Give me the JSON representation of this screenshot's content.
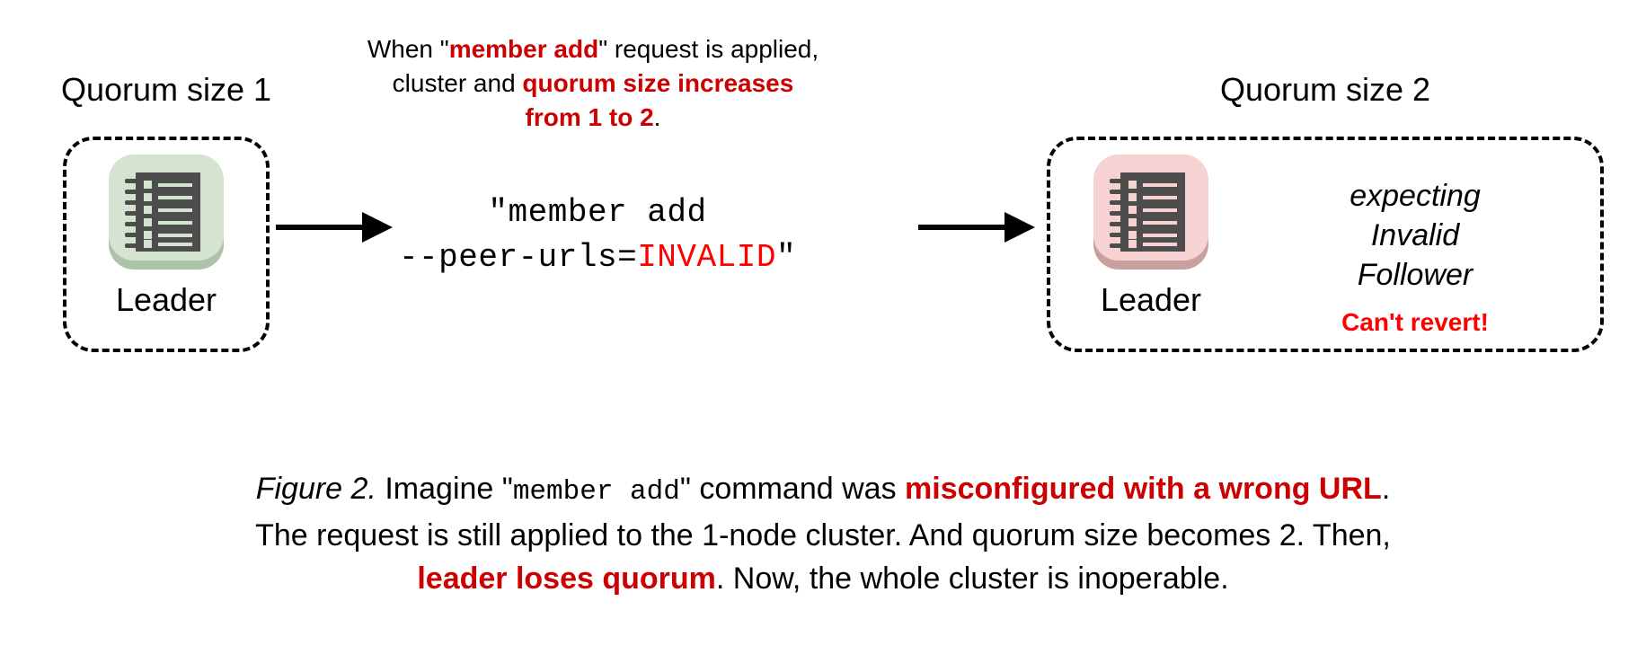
{
  "colors": {
    "accent_red": "#cc0000",
    "pure_red": "#ff0000",
    "leader_ok_bg": "#d4e4d1",
    "leader_ok_shadow": "#adc3a8",
    "leader_bad_bg": "#f6d2d2",
    "leader_bad_shadow": "#c9a0a0",
    "icon_dark": "#4d4d4d",
    "stroke": "#000000"
  },
  "left_cluster": {
    "title": "Quorum size 1",
    "node_label": "Leader",
    "icon_name": "server-ledger-icon-green"
  },
  "right_cluster": {
    "title": "Quorum size 2",
    "node_label": "Leader",
    "icon_name": "server-ledger-icon-red",
    "note_lines": [
      "expecting",
      "Invalid",
      "Follower"
    ],
    "warning": "Can't revert!"
  },
  "top_annotation": {
    "seg1": "When \"",
    "seg2_red": "member add",
    "seg3": "\" request is applied,",
    "seg4": "cluster and ",
    "seg5_red": "quorum size increases",
    "seg6_red": "from 1 to 2",
    "seg7": "."
  },
  "command": {
    "line1": "\"member add",
    "line2_prefix": "--peer-urls=",
    "line2_red": "INVALID",
    "line2_suffix": "\""
  },
  "arrows": {
    "left_arrow_name": "arrow-left-to-command",
    "right_arrow_name": "arrow-command-to-right-cluster"
  },
  "caption": {
    "label": "Figure 2.",
    "part1": " Imagine \"",
    "mono1": "member add",
    "part2": "\" command was ",
    "red1": "misconfigured with a wrong URL",
    "part3": ".",
    "line2": "The request is still applied to the 1-node cluster. And quorum size becomes 2. Then,",
    "red2": "leader loses quorum",
    "part4": ". Now, the whole cluster is inoperable."
  }
}
